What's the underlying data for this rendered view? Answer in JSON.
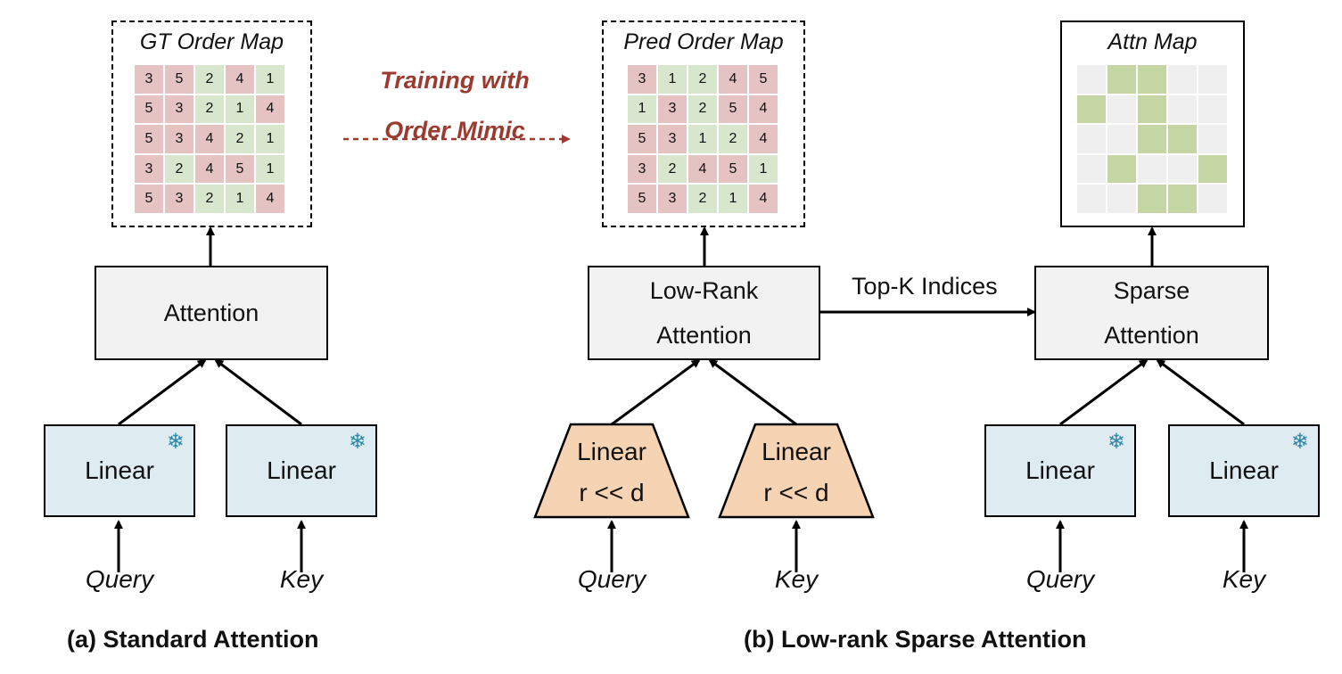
{
  "panel_a": {
    "order_map_title": "GT Order Map",
    "order_map": [
      [
        3,
        5,
        2,
        4,
        1
      ],
      [
        5,
        3,
        2,
        1,
        4
      ],
      [
        5,
        3,
        4,
        2,
        1
      ],
      [
        3,
        2,
        4,
        5,
        1
      ],
      [
        5,
        3,
        2,
        1,
        4
      ]
    ],
    "attention_label": "Attention",
    "linear_query_label": "Linear",
    "linear_key_label": "Linear",
    "query_label": "Query",
    "key_label": "Key",
    "caption": "(a) Standard Attention"
  },
  "training": {
    "line1": "Training with",
    "line2": "Order Mimic"
  },
  "panel_b": {
    "pred_map_title": "Pred Order Map",
    "pred_map": [
      [
        3,
        1,
        2,
        4,
        5
      ],
      [
        1,
        3,
        2,
        5,
        4
      ],
      [
        5,
        3,
        1,
        2,
        4
      ],
      [
        3,
        2,
        4,
        5,
        1
      ],
      [
        5,
        3,
        2,
        1,
        4
      ]
    ],
    "attn_map_title": "Attn Map",
    "attn_map_mask": [
      [
        0,
        1,
        1,
        0,
        0
      ],
      [
        1,
        0,
        1,
        0,
        0
      ],
      [
        0,
        0,
        1,
        1,
        0
      ],
      [
        0,
        1,
        0,
        0,
        1
      ],
      [
        0,
        0,
        1,
        1,
        0
      ]
    ],
    "low_rank_line1": "Low-Rank",
    "low_rank_line2": "Attention",
    "topk_label": "Top-K Indices",
    "sparse_line1": "Sparse",
    "sparse_line2": "Attention",
    "lr_linear_query": {
      "line1": "Linear",
      "line2": "r << d"
    },
    "lr_linear_key": {
      "line1": "Linear",
      "line2": "r << d"
    },
    "linear_query_label": "Linear",
    "linear_key_label": "Linear",
    "query_label_1": "Query",
    "key_label_1": "Key",
    "query_label_2": "Query",
    "key_label_2": "Key",
    "caption": "(b) Low-rank Sparse Attention"
  },
  "icons": {
    "frozen": "snowflake-icon"
  },
  "colors": {
    "low_rank_cell": "#e6c3c3",
    "high_rank_cell": "#d7e6cc",
    "attn_active": "#c5d6a4",
    "attn_inactive": "#efefef",
    "linear_fill": "#deecf2",
    "low_rank_linear_fill": "#f6d3b3",
    "training_text": "#9b3b2f"
  }
}
